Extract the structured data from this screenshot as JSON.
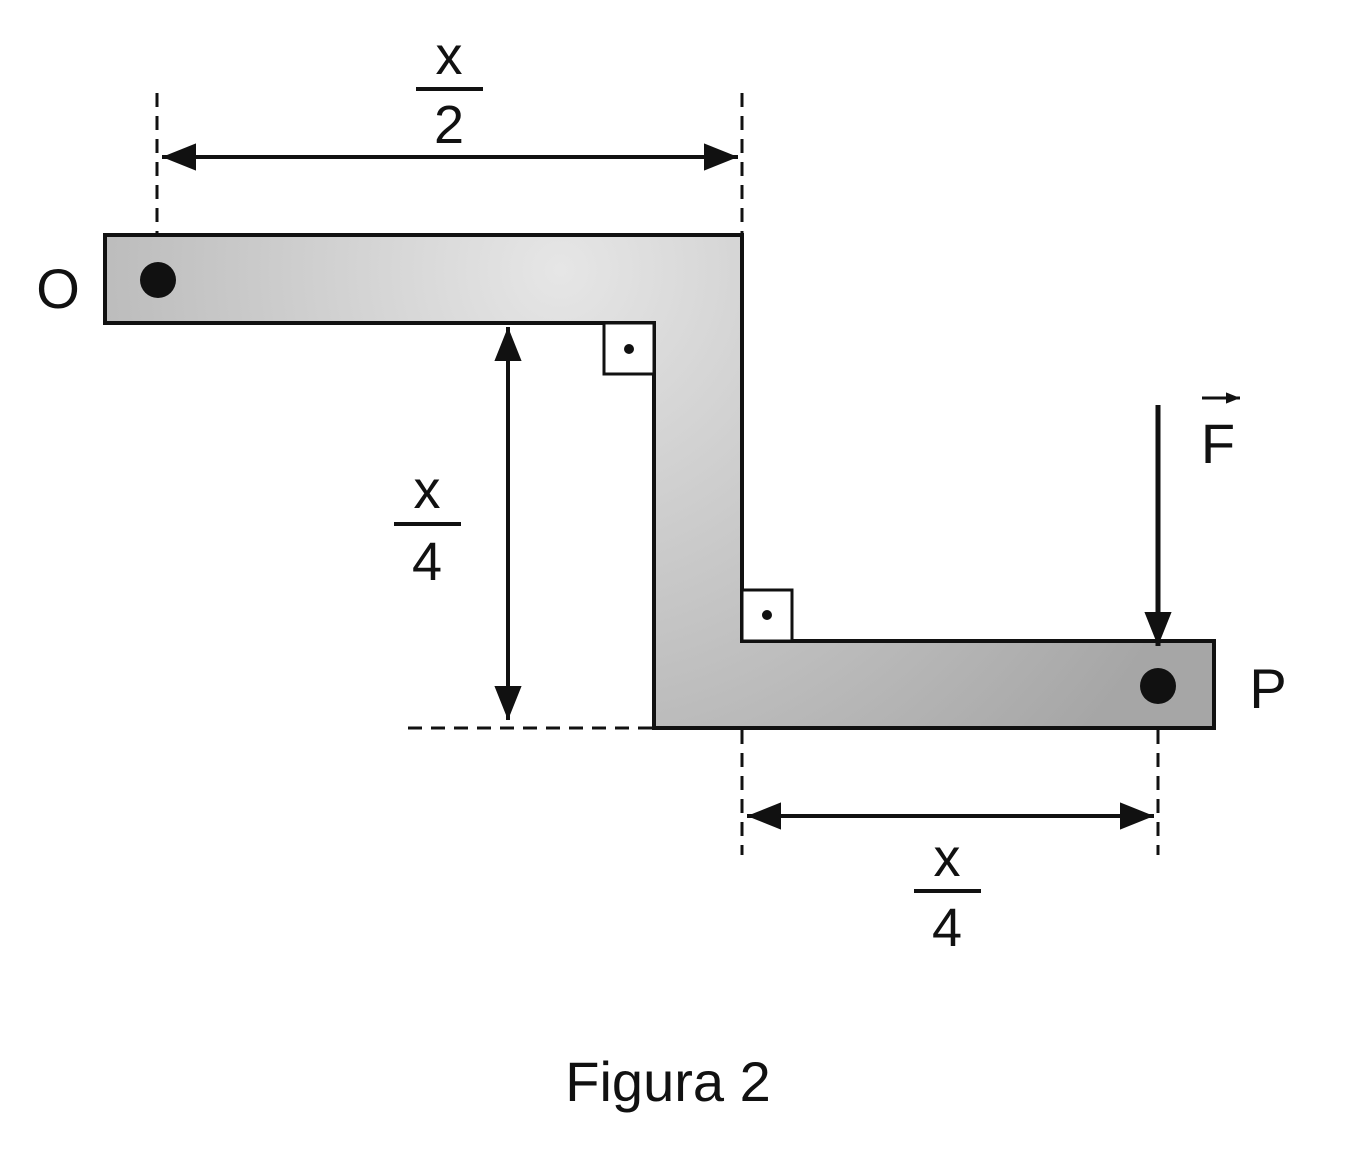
{
  "labels": {
    "point_o": "O",
    "point_p": "P",
    "force": "F",
    "caption": "Figura 2"
  },
  "dimensions": {
    "top_horizontal": {
      "numerator": "x",
      "denominator": "2"
    },
    "vertical": {
      "numerator": "x",
      "denominator": "4"
    },
    "bottom_horizontal": {
      "numerator": "x",
      "denominator": "4"
    }
  },
  "colors": {
    "ink": "#111111",
    "bar_fill_light": "#e6e6e6",
    "bar_fill_dark": "#a6a6a6"
  }
}
